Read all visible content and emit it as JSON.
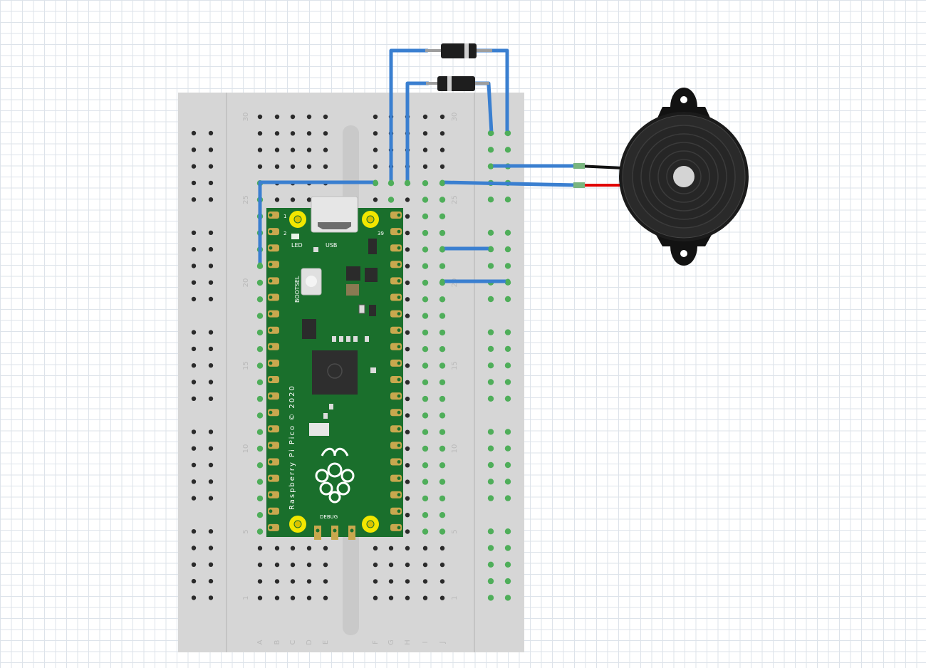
{
  "breadboard": {
    "row_numbers": [
      "30",
      "25",
      "20",
      "15",
      "10",
      "5",
      "1"
    ],
    "column_letters_left": [
      "A",
      "B",
      "C",
      "D",
      "E"
    ],
    "column_letters_right": [
      "F",
      "G",
      "H",
      "I",
      "J"
    ]
  },
  "pico": {
    "board_name": "Raspberry Pi Pico © 2020",
    "led_label": "LED",
    "usb_label": "USB",
    "bootsel_label": "BOOTSEL",
    "debug_label": "DEBUG",
    "pin_1_label": "1",
    "pin_2_label": "2",
    "pin_39_label": "39"
  },
  "colors": {
    "wire": "#3a7fd0",
    "pico_board": "#1a6f2c",
    "pin_pad": "#c8a84e",
    "mount_hole": "#f2e600",
    "buzzer_red_lead": "#e10000",
    "buzzer_black_lead": "#111111",
    "breadboard": "#d6d6d6"
  },
  "components": [
    "diode-top",
    "diode-bottom",
    "piezo-buzzer",
    "raspberry-pi-pico"
  ]
}
